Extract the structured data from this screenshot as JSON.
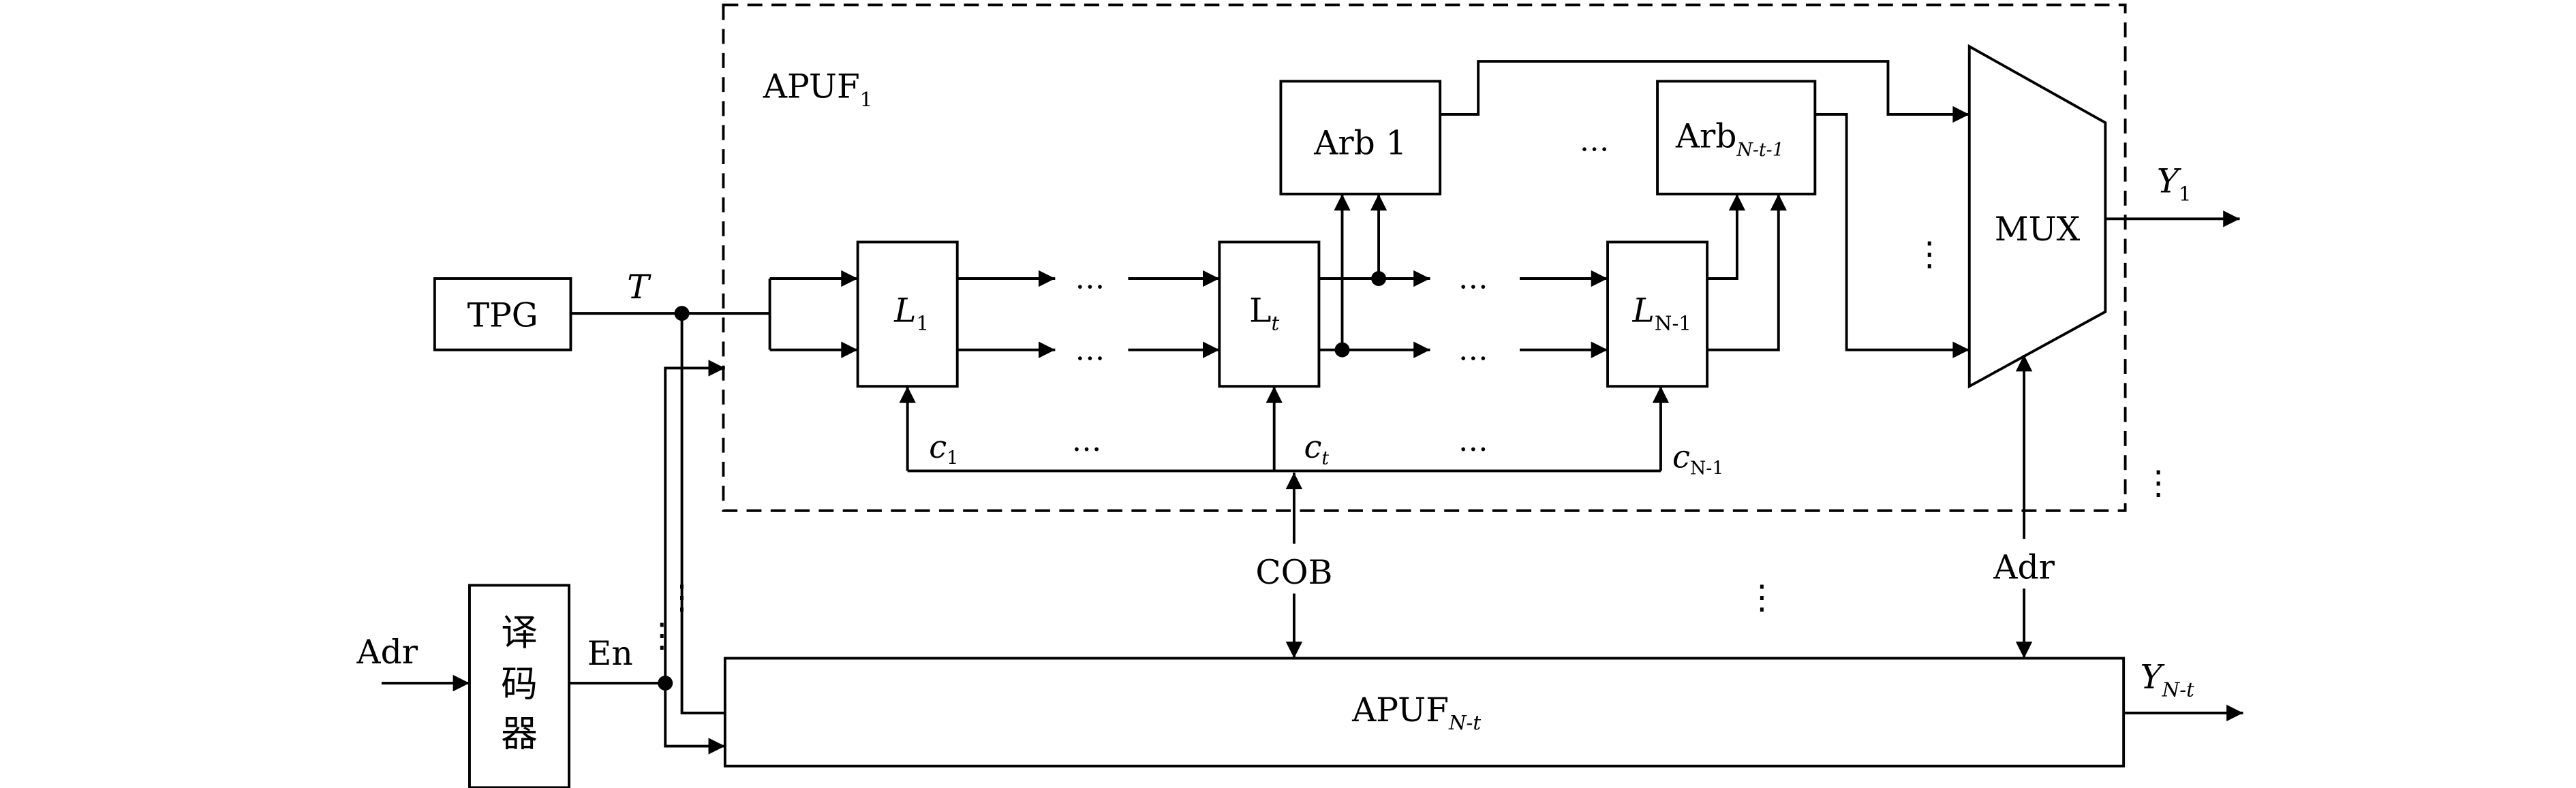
{
  "blocks": {
    "tpg": "TPG",
    "decoder": [
      "译",
      "码",
      "器"
    ],
    "apuf1": {
      "name": "APUF",
      "sub": "1"
    },
    "apufNt": {
      "name": "APUF",
      "sub": "N-t"
    },
    "mux": "MUX",
    "arb1": "Arb 1",
    "arbNt": {
      "name": "Arb",
      "sub": "N-t-1"
    },
    "L1": {
      "name": "L",
      "sub": "1"
    },
    "Lt": {
      "name": "L",
      "sub": "t"
    },
    "LN1": {
      "name": "L",
      "sub": "N-1"
    }
  },
  "signals": {
    "T": "T",
    "adr_in": "Adr",
    "en": "En",
    "cob": "COB",
    "adr_mux": "Adr",
    "c1": {
      "name": "c",
      "sub": "1"
    },
    "ct": {
      "name": "c",
      "sub": "t"
    },
    "cN1": {
      "name": "c",
      "sub": "N-1"
    },
    "Y1": {
      "name": "Y",
      "sub": "1"
    },
    "YNt": {
      "name": "Y",
      "sub": "N-t"
    }
  },
  "ellipsis": {
    "h": "…",
    "v": "⋮"
  }
}
